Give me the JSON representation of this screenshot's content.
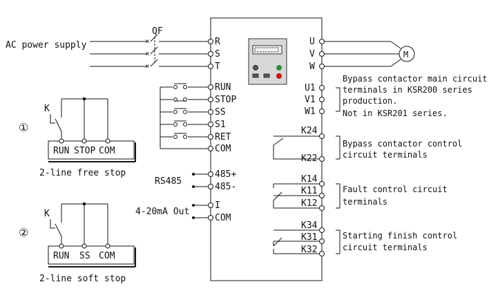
{
  "supply": {
    "label": "AC power supply",
    "breaker": "QF"
  },
  "inputs": [
    "R",
    "S",
    "T"
  ],
  "control_terminals": [
    "RUN",
    "STOP",
    "SS",
    "S1",
    "RET",
    "COM"
  ],
  "comm": {
    "label": "RS485",
    "pos": "485+",
    "neg": "485-"
  },
  "analog": {
    "label": "4-20mA Out",
    "out": "I",
    "com": "COM"
  },
  "outputs": [
    "U",
    "V",
    "W"
  ],
  "motor": "M",
  "bypass_main": {
    "terminals": [
      "U1",
      "V1",
      "W1"
    ],
    "note1": "Bypass contactor main circuit",
    "note2": "terminals in KSR200 series",
    "note3": "production.",
    "note4": "Not in KSR201 series."
  },
  "bypass_ctrl": {
    "terminals": [
      "K24",
      "K22"
    ],
    "note1": "Bypass contactor control",
    "note2": "circuit terminals"
  },
  "fault_ctrl": {
    "terminals": [
      "K14",
      "K11",
      "K12"
    ],
    "note1": "Fault control circuit",
    "note2": "terminals"
  },
  "start_ctrl": {
    "terminals": [
      "K34",
      "K31",
      "K32"
    ],
    "note1": "Starting finish control",
    "note2": "circuit terminals"
  },
  "wiring1": {
    "number": "①",
    "switch": "K",
    "labels": [
      "RUN",
      "STOP",
      "COM"
    ],
    "caption": "2-line free stop"
  },
  "wiring2": {
    "number": "②",
    "switch": "K",
    "labels": [
      "RUN",
      "SS",
      "COM"
    ],
    "caption": "2-line soft stop"
  }
}
